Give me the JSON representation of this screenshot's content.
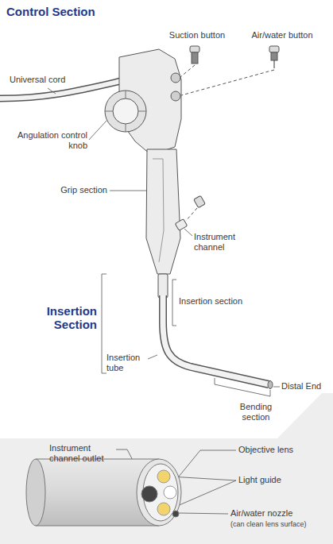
{
  "diagram": {
    "labels": [
      "Control Section",
      "Suction button",
      "Air/water button",
      "Universal cord",
      "Angulation control knob",
      "Grip section",
      "Instrument channel",
      "Insertion Section",
      "Insertion section",
      "Insertion tube",
      "Distal End",
      "Bending section",
      "Instrument channel outlet",
      "Objective lens",
      "Light guide",
      "Air/water nozzle",
      "(can clean lens surface)"
    ]
  }
}
